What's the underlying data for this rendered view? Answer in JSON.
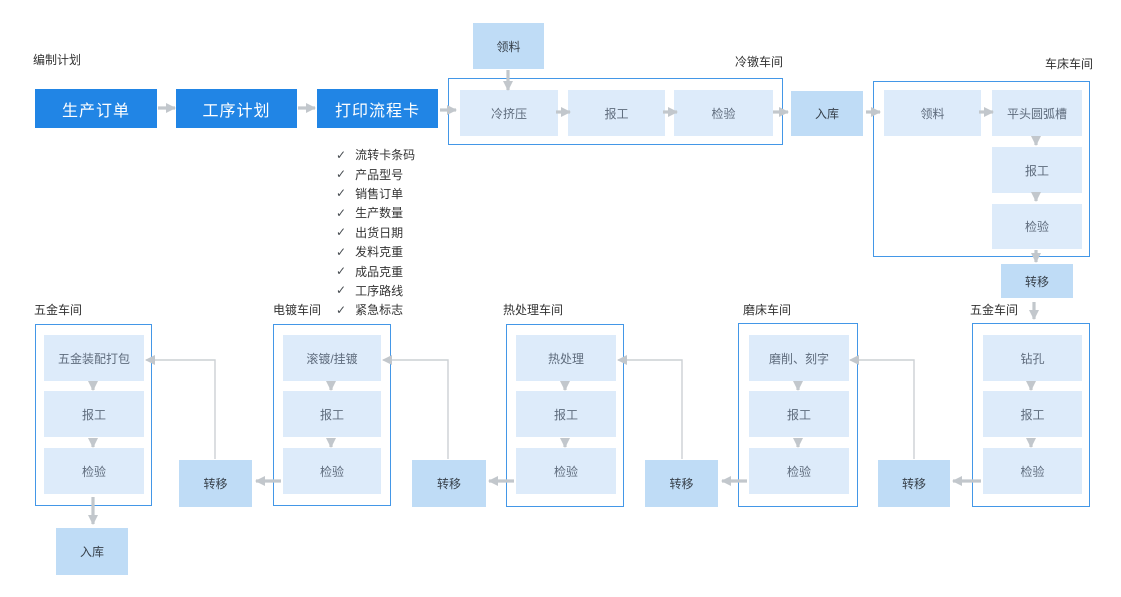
{
  "palette": {
    "primary_blue": "#2185e5",
    "medium_blue": "#bfdcf6",
    "light_blue": "#ddebfa",
    "group_border": "#4397e7",
    "arrow_gray": "#c2c7cc",
    "label_text": "#333333",
    "step_text": "#5e6b7c"
  },
  "check_icon": "✓",
  "plan": {
    "label": "编制计划",
    "steps": [
      "生产订单",
      "工序计划",
      "打印流程卡"
    ]
  },
  "checklist": [
    "流转卡条码",
    "产品型号",
    "销售订单",
    "生产数量",
    "出货日期",
    "发料克重",
    "成品克重",
    "工序路线",
    "紧急标志"
  ],
  "material_pick": "领料",
  "warehouse_in": "入库",
  "transfer": "转移",
  "final_warehouse_in": "入库",
  "groups": {
    "cold_heading": {
      "title": "冷镦车间",
      "steps": [
        "冷挤压",
        "报工",
        "检验"
      ]
    },
    "lathe": {
      "title": "车床车间",
      "steps": [
        "领料",
        "平头圆弧槽",
        "报工",
        "检验"
      ]
    },
    "hardware_right": {
      "title": "五金车间",
      "steps": [
        "钻孔",
        "报工",
        "检验"
      ]
    },
    "grinding": {
      "title": "磨床车间",
      "steps": [
        "磨削、刻字",
        "报工",
        "检验"
      ]
    },
    "heat": {
      "title": "热处理车间",
      "steps": [
        "热处理",
        "报工",
        "检验"
      ]
    },
    "plating": {
      "title": "电镀车间",
      "steps": [
        "滚镀/挂镀",
        "报工",
        "检验"
      ]
    },
    "hardware_left": {
      "title": "五金车间",
      "steps": [
        "五金装配打包",
        "报工",
        "检验"
      ]
    }
  }
}
